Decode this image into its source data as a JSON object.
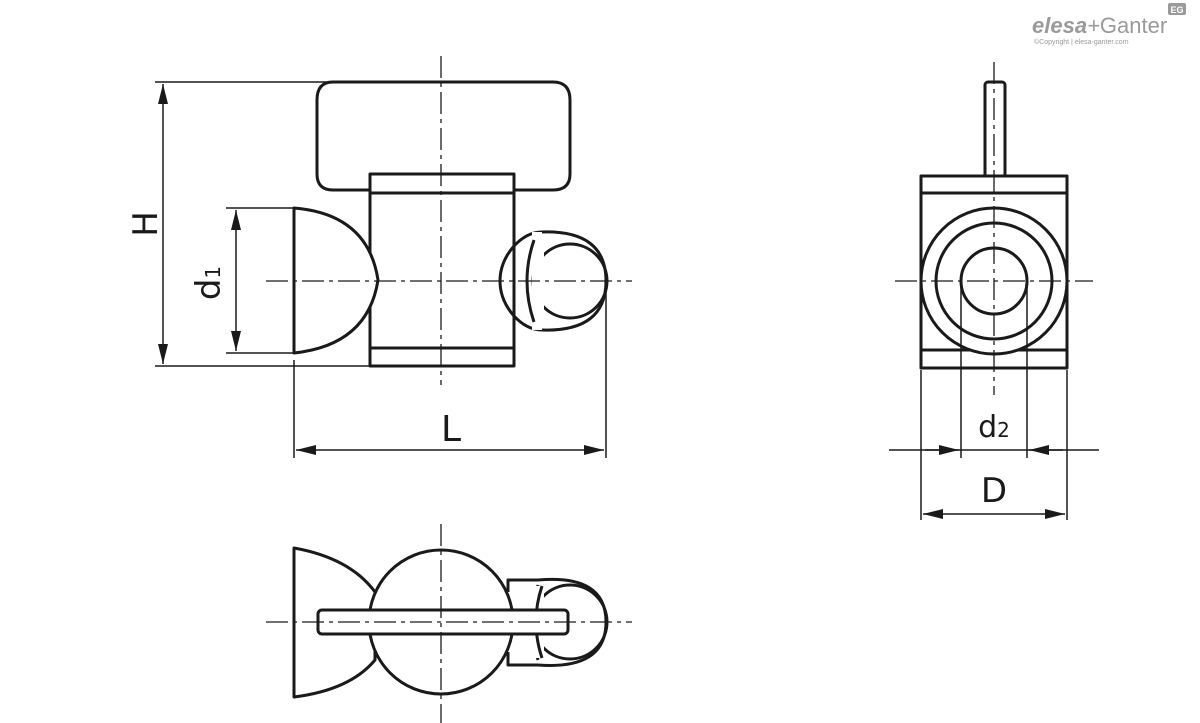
{
  "brand": {
    "name_part1": "elesa",
    "name_sep": "+",
    "name_part2": "Ganter",
    "badge": "EG",
    "copyright": "©Copyright | elesa-ganter.com"
  },
  "dimensions": {
    "H": "H",
    "d1_main": "d",
    "d1_sub": "1",
    "L": "L",
    "d2_main": "d",
    "d2_sub": "2",
    "D": "D"
  },
  "colors": {
    "line": "#1a1a1a",
    "logo": "#9a9a9a"
  }
}
